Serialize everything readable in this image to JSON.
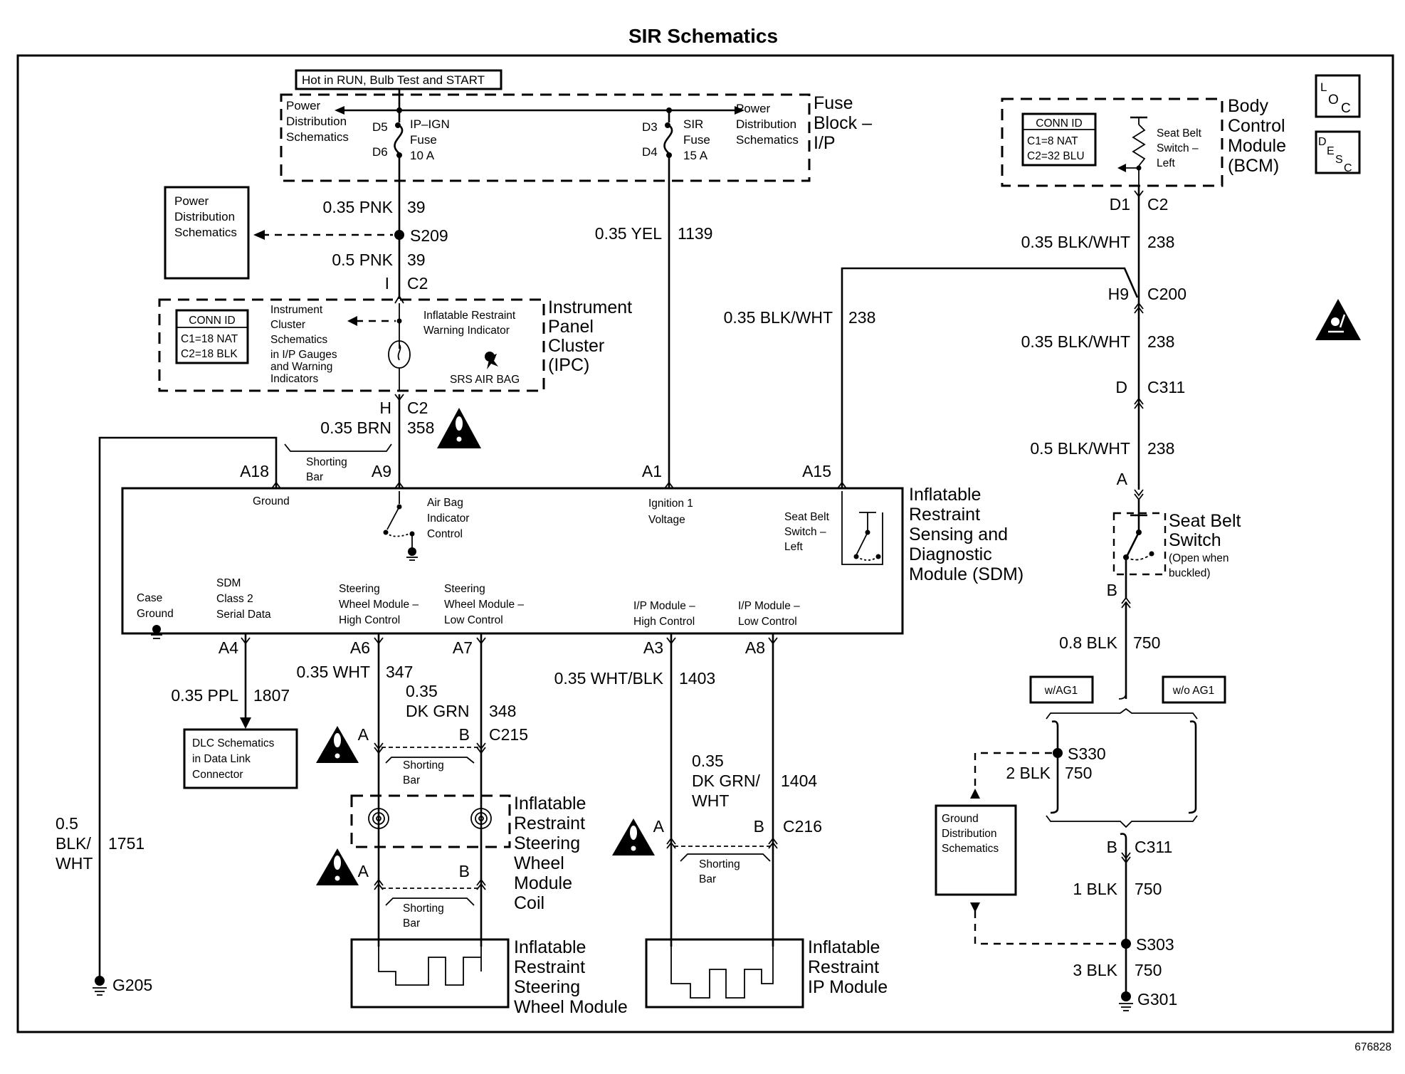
{
  "title": "SIR Schematics",
  "figure_number": "676828",
  "hot_label": "Hot in RUN, Bulb Test and START",
  "fuse_block": {
    "name_lines": [
      "Fuse",
      "Block –",
      "I/P"
    ],
    "left_ref": [
      "Power",
      "Distribution",
      "Schematics"
    ],
    "right_ref": [
      "Power",
      "Distribution",
      "Schematics"
    ],
    "ipign": {
      "pin_top": "D5",
      "pin_bottom": "D6",
      "lines": [
        "IP–IGN",
        "Fuse",
        "10 A"
      ]
    },
    "sir": {
      "pin_top": "D3",
      "pin_bottom": "D4",
      "lines": [
        "SIR",
        "Fuse",
        "15 A"
      ]
    }
  },
  "pds_box": [
    "Power",
    "Distribution",
    "Schematics"
  ],
  "wires": {
    "pnk1": {
      "gauge": "0.35 PNK",
      "circuit": "39"
    },
    "s209": "S209",
    "pnk2": {
      "gauge": "0.5 PNK",
      "circuit": "39"
    },
    "ipc_c2_top": {
      "pin": "I",
      "conn": "C2"
    },
    "yel": {
      "gauge": "0.35 YEL",
      "circuit": "1139"
    },
    "brn": {
      "pin": "H",
      "conn": "C2",
      "gauge": "0.35 BRN",
      "circuit": "358"
    },
    "bw_left": {
      "gauge": "0.35 BLK/WHT",
      "circuit": "238"
    },
    "bcm_out": {
      "pin": "D1",
      "conn": "C2"
    },
    "bw1": {
      "gauge": "0.35 BLK/WHT",
      "circuit": "238"
    },
    "c200": {
      "pin": "H9",
      "conn": "C200"
    },
    "bw2": {
      "gauge": "0.35 BLK/WHT",
      "circuit": "238"
    },
    "c311_top": {
      "pin": "D",
      "conn": "C311"
    },
    "bw3": {
      "gauge": "0.5 BLK/WHT",
      "circuit": "238"
    },
    "sbs_pin_a": "A",
    "sbs_pin_b": "B",
    "blk08": {
      "gauge": "0.8 BLK",
      "circuit": "750"
    },
    "s330": "S330",
    "blk2": {
      "gauge": "2 BLK",
      "circuit": "750"
    },
    "c311_bot": {
      "pin": "B",
      "conn": "C311"
    },
    "blk1": {
      "gauge": "1 BLK",
      "circuit": "750"
    },
    "s303": "S303",
    "blk3": {
      "gauge": "3 BLK",
      "circuit": "750"
    },
    "g301": "G301",
    "ppl": {
      "pin": "A4",
      "gauge": "0.35 PPL",
      "circuit": "1807"
    },
    "wht": {
      "pin": "A6",
      "gauge": "0.35 WHT",
      "circuit": "347"
    },
    "dkgrn": {
      "pin": "A7",
      "gauge_lines": [
        "0.35",
        "DK GRN"
      ],
      "circuit": "348"
    },
    "c215": {
      "pin_a": "A",
      "pin_b": "B",
      "conn": "C215"
    },
    "coil_pins": {
      "pin_a": "A",
      "pin_b": "B"
    },
    "whtblk": {
      "pin": "A3",
      "gauge": "0.35 WHT/BLK",
      "circuit": "1403"
    },
    "dkgrnwht": {
      "pin": "A8",
      "gauge_lines": [
        "0.35",
        "DK GRN/",
        "WHT"
      ],
      "circuit": "1404"
    },
    "c216": {
      "pin_a": "A",
      "pin_b": "B",
      "conn": "C216"
    },
    "blkwht_g": {
      "gauge_lines": [
        "0.5",
        "BLK/",
        "WHT"
      ],
      "circuit": "1751"
    },
    "g205": "G205"
  },
  "ipc": {
    "conn_id": {
      "header": "CONN ID",
      "lines": [
        "C1=18 NAT",
        "C2=18 BLK"
      ]
    },
    "ref": [
      "Instrument",
      "Cluster",
      "Schematics",
      "in I/P Gauges",
      "and Warning",
      "Indicators"
    ],
    "indicator": [
      "Inflatable Restraint",
      "Warning Indicator"
    ],
    "lamp_text": "SRS AIR BAG",
    "name_lines": [
      "Instrument",
      "Panel",
      "Cluster",
      "(IPC)"
    ]
  },
  "bcm": {
    "conn_id": {
      "header": "CONN ID",
      "lines": [
        "C1=8 NAT",
        "C2=32 BLU"
      ]
    },
    "switch_lines": [
      "Seat Belt",
      "Switch –",
      "Left"
    ],
    "name_lines": [
      "Body",
      "Control",
      "Module",
      "(BCM)"
    ]
  },
  "sdm": {
    "top_pins": {
      "a18": "A18",
      "a9": "A9",
      "a1": "A1",
      "a15": "A15"
    },
    "shorting_bar": [
      "Shorting",
      "Bar"
    ],
    "ground": "Ground",
    "airbag_ind": [
      "Air Bag",
      "Indicator",
      "Control"
    ],
    "ign": [
      "Ignition 1",
      "Voltage"
    ],
    "sbs": [
      "Seat Belt",
      "Switch –",
      "Left"
    ],
    "case_ground": [
      "Case",
      "Ground"
    ],
    "serial": [
      "SDM",
      "Class 2",
      "Serial Data"
    ],
    "sw_high": [
      "Steering",
      "Wheel Module –",
      "High Control"
    ],
    "sw_low": [
      "Steering",
      "Wheel Module –",
      "Low Control"
    ],
    "ip_high": [
      "I/P Module –",
      "High Control"
    ],
    "ip_low": [
      "I/P Module –",
      "Low Control"
    ],
    "name_lines": [
      "Inflatable",
      "Restraint",
      "Sensing and",
      "Diagnostic",
      "Module (SDM)"
    ]
  },
  "seat_belt_switch": {
    "name_lines": [
      "Seat Belt",
      "Switch"
    ],
    "note_lines": [
      "(Open when",
      "buckled)"
    ]
  },
  "options": {
    "with": "w/AG1",
    "without": "w/o AG1"
  },
  "dlc_box": [
    "DLC Schematics",
    "in Data Link",
    "Connector"
  ],
  "gnd_box": [
    "Ground",
    "Distribution",
    "Schematics"
  ],
  "coil_name": [
    "Inflatable",
    "Restraint",
    "Steering",
    "Wheel",
    "Module",
    "Coil"
  ],
  "swm_name": [
    "Inflatable",
    "Restraint",
    "Steering",
    "Wheel Module"
  ],
  "ipm_name": [
    "Inflatable",
    "Restraint",
    "IP Module"
  ],
  "shorting_bar": [
    "Shorting",
    "Bar"
  ],
  "icons": {
    "loc": {
      "big": "L",
      "o": "O",
      "c": "C"
    },
    "desc": {
      "d": "D",
      "e": "E",
      "s": "S",
      "c": "C"
    }
  }
}
